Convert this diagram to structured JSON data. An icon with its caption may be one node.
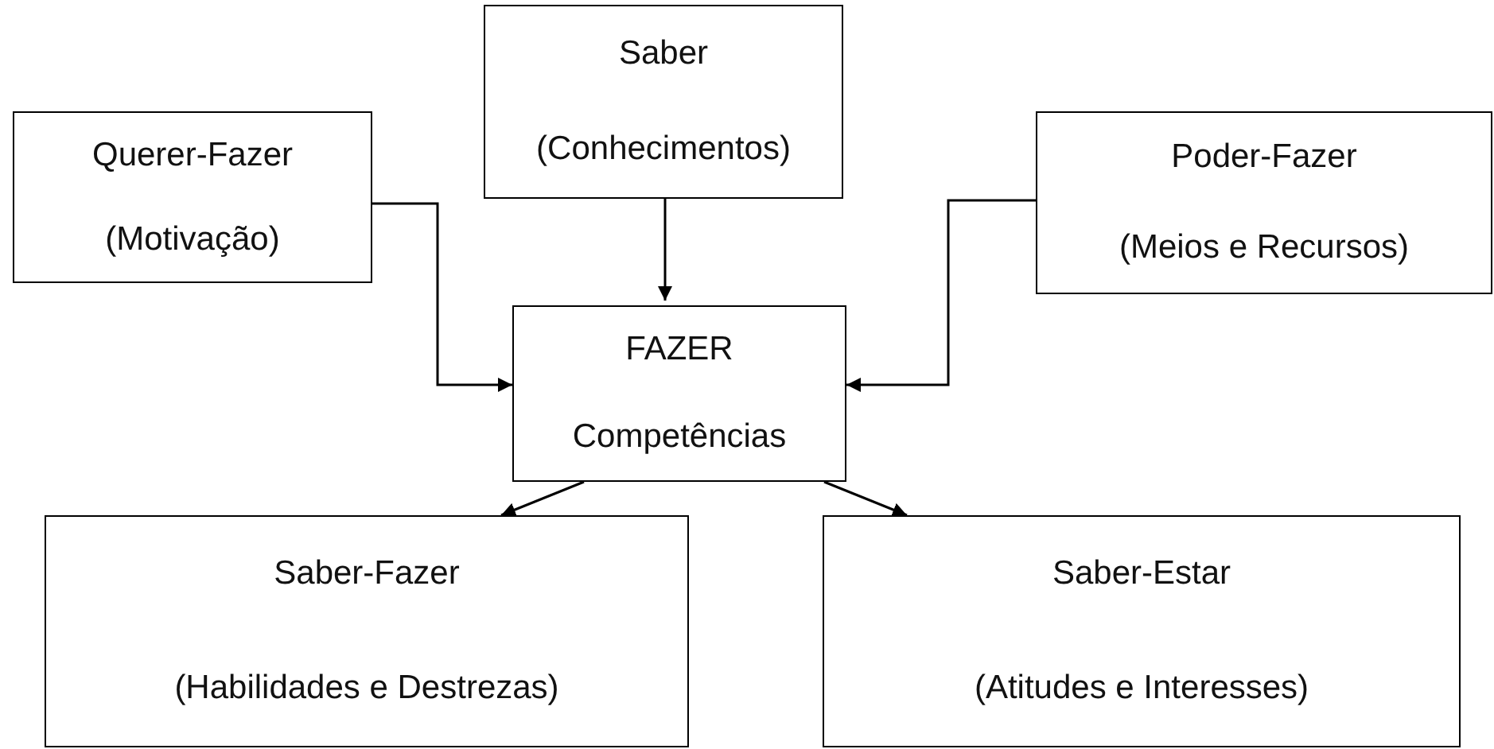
{
  "diagram": {
    "nodes": [
      {
        "text": [
          "Querer-Fazer",
          "(Motivação)"
        ]
      },
      {
        "text": [
          "Saber",
          "(Conhecimentos)"
        ]
      },
      {
        "text": [
          "Poder-Fazer",
          "(Meios e Recursos)"
        ]
      },
      {
        "text": [
          "FAZER",
          "Competências"
        ]
      },
      {
        "text": [
          "Saber-Fazer",
          "(Habilidades e Destrezas)"
        ]
      },
      {
        "text": [
          "Saber-Estar",
          "(Atitudes e Interesses)"
        ]
      }
    ],
    "edges": [
      {
        "from": 0,
        "to": 3,
        "arrow": "to"
      },
      {
        "from": 1,
        "to": 3,
        "arrow": "to"
      },
      {
        "from": 2,
        "to": 3,
        "arrow": "to"
      },
      {
        "from": 3,
        "to": 4,
        "arrow": "to"
      },
      {
        "from": 3,
        "to": 5,
        "arrow": "to"
      }
    ]
  }
}
